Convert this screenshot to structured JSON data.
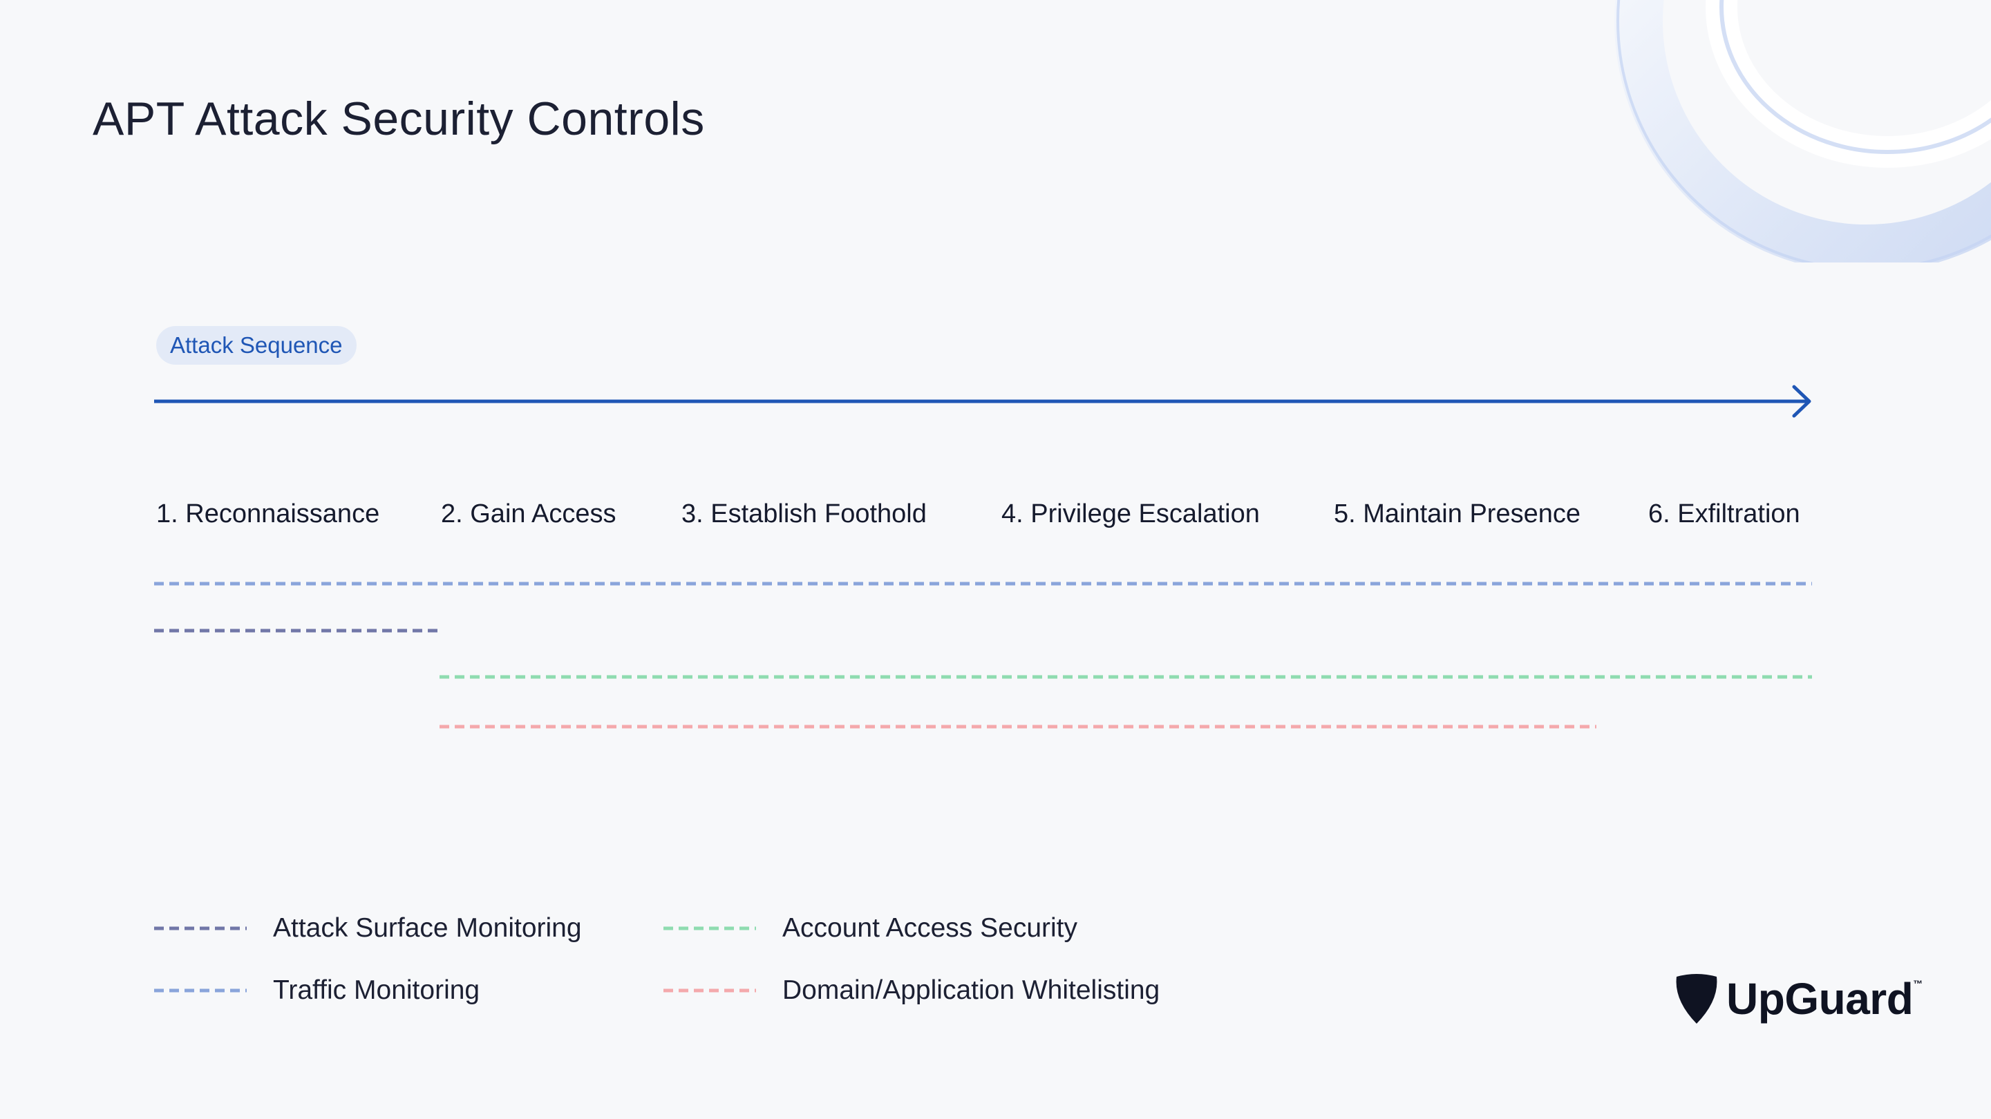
{
  "title": "APT Attack Security Controls",
  "sequence_label": "Attack Sequence",
  "stages": [
    "1. Reconnaissance",
    "2. Gain Access",
    "3. Establish Foothold",
    "4. Privilege Escalation",
    "5. Maintain Presence",
    "6. Exfiltration"
  ],
  "controls": [
    {
      "name": "Traffic Monitoring",
      "color": "#8aa5db",
      "from_stage": 1,
      "to_stage": 6
    },
    {
      "name": "Attack Surface Monitoring",
      "color": "#7278a8",
      "from_stage": 1,
      "to_stage": 1
    },
    {
      "name": "Account Access Security",
      "color": "#8fdcb0",
      "from_stage": 2,
      "to_stage": 6
    },
    {
      "name": "Domain/Application Whitelisting",
      "color": "#f4a9ac",
      "from_stage": 2,
      "to_stage": 5
    }
  ],
  "legend": [
    {
      "label": "Attack Surface Monitoring",
      "color": "#7278a8"
    },
    {
      "label": "Account Access Security",
      "color": "#8fdcb0"
    },
    {
      "label": "Traffic Monitoring",
      "color": "#8aa5db"
    },
    {
      "label": "Domain/Application Whitelisting",
      "color": "#f4a9ac"
    }
  ],
  "arrow_color": "#1f56b5",
  "brand": {
    "name": "UpGuard",
    "trademark": "™"
  }
}
